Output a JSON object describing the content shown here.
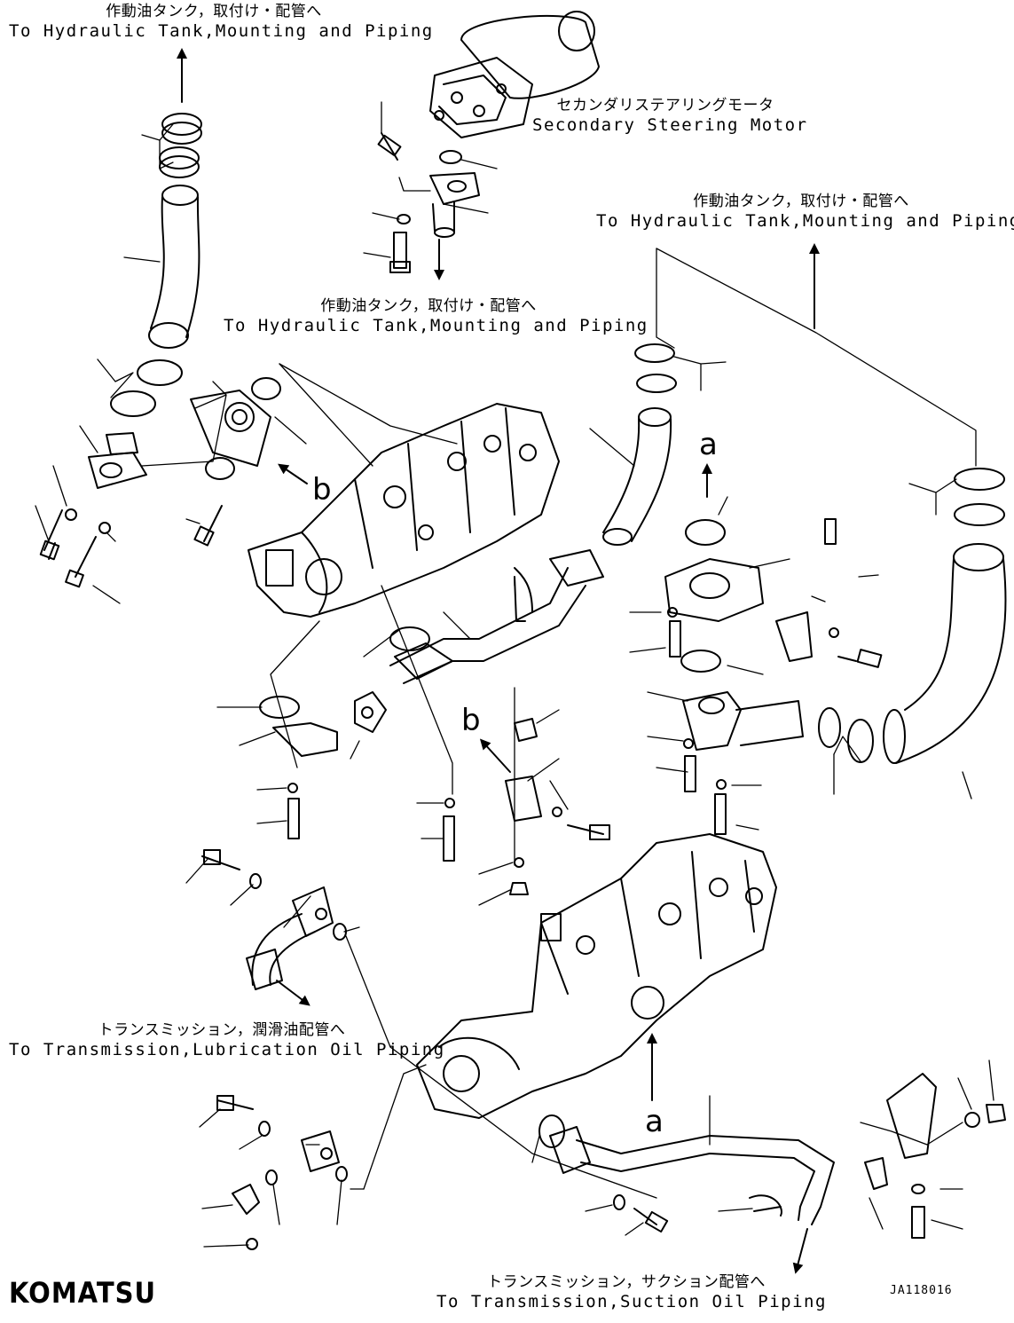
{
  "labels": {
    "tank_top_left": {
      "jp": "作動油タンク，取付け・配管へ",
      "en": "To Hydraulic Tank,Mounting and Piping"
    },
    "secondary_motor": {
      "jp": "セカンダリステアリングモータ",
      "en": "Secondary Steering Motor"
    },
    "tank_right": {
      "jp": "作動油タンク，取付け・配管へ",
      "en": "To Hydraulic Tank,Mounting and Piping"
    },
    "tank_center": {
      "jp": "作動油タンク，取付け・配管へ",
      "en": "To Hydraulic Tank,Mounting and Piping"
    },
    "transmission_lube": {
      "jp": "トランスミッション，潤滑油配管へ",
      "en": "To Transmission,Lubrication Oil Piping"
    },
    "transmission_suction": {
      "jp": "トランスミッション，サクション配管へ",
      "en": "To Transmission,Suction Oil Piping"
    }
  },
  "markers": {
    "a": "a",
    "b": "b"
  },
  "logo": "KOMATSU",
  "drawing_code": "JA118016"
}
